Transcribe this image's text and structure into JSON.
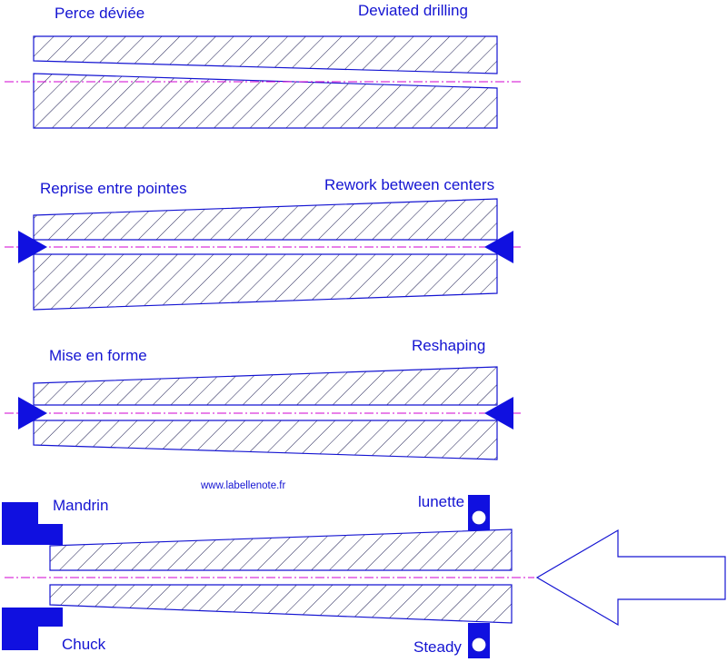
{
  "panels": [
    {
      "label_fr": "Perce déviée",
      "label_en": "Deviated drilling"
    },
    {
      "label_fr": "Reprise entre pointes",
      "label_en": "Rework between centers"
    },
    {
      "label_fr": "Mise en forme",
      "label_en": "Reshaping"
    },
    {
      "label_fr": "Mandrin",
      "label_en": "Chuck"
    }
  ],
  "steady": {
    "label_fr": "lunette",
    "label_en": "Steady"
  },
  "website": "www.labellenote.fr",
  "colors": {
    "outline": "#1414d2",
    "hatch": "#1a1a50",
    "centerline": "#d000d0",
    "fill": "#1010e0",
    "text": "#1414d2"
  }
}
